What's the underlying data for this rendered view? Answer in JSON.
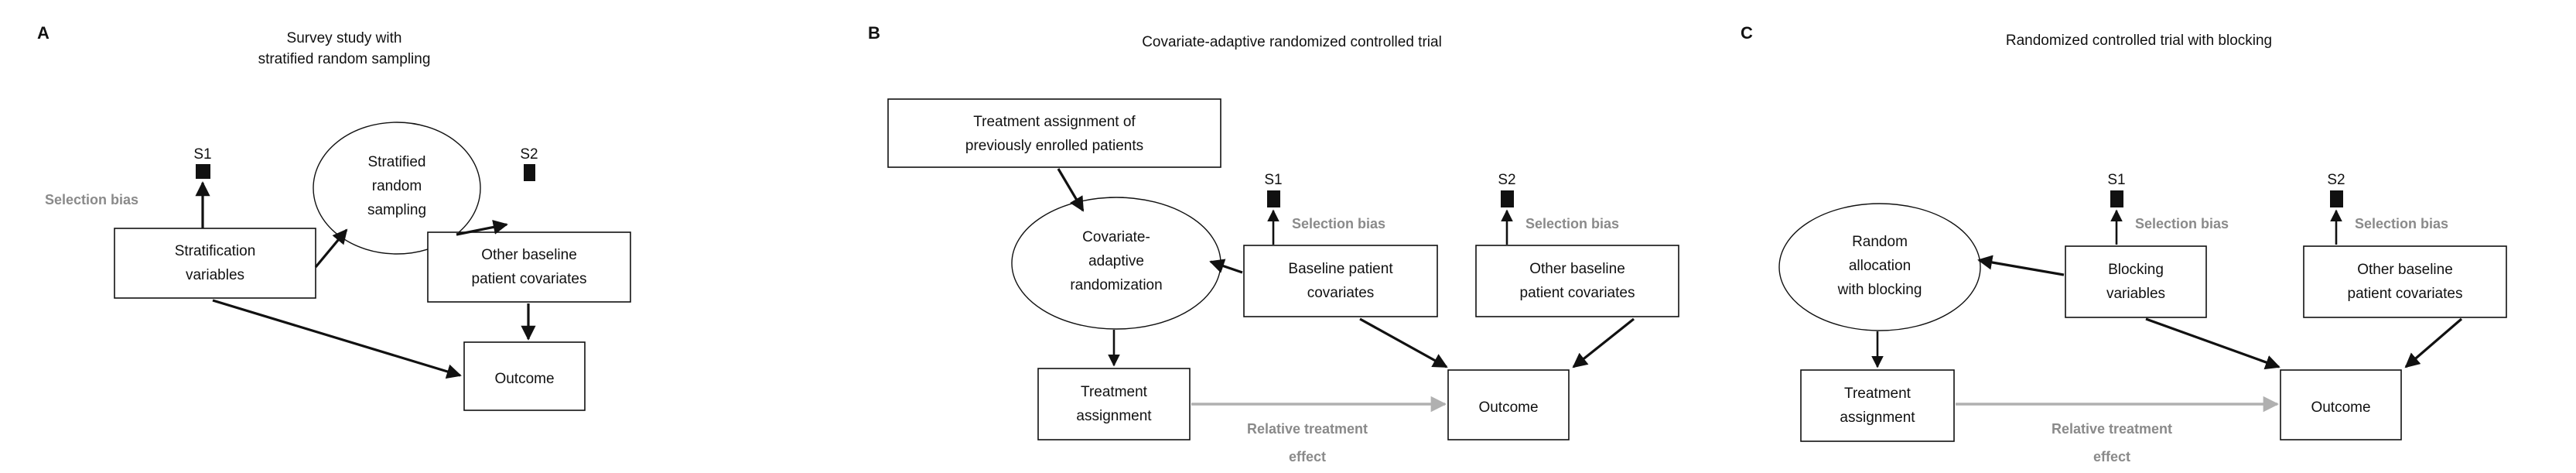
{
  "figure": {
    "background": "#ffffff",
    "edge_label_color": "#8a8a8a",
    "grey_arrow_color": "#b0b0b0",
    "node_stroke_color": "#111111"
  },
  "panels": [
    {
      "letter": "A",
      "title_line1": "Survey study with",
      "title_line2": "stratified random sampling",
      "nodes": {
        "ellipse": {
          "line1": "Stratified",
          "line2": "random",
          "line3": "sampling"
        },
        "box_left": {
          "line1": "Stratification",
          "line2": "variables"
        },
        "box_right": {
          "line1": "Other baseline",
          "line2": "patient covariates"
        },
        "outcome": {
          "line1": "Outcome"
        }
      },
      "selection_markers": [
        {
          "label": "S1"
        },
        {
          "label": "S2"
        }
      ],
      "edge_labels": {
        "selection_bias_1": "Selection bias"
      }
    },
    {
      "letter": "B",
      "title_line1": "Covariate-adaptive randomized controlled trial",
      "title_line2": "",
      "nodes": {
        "box_top": {
          "line1": "Treatment assignment of",
          "line2": "previously enrolled patients"
        },
        "ellipse": {
          "line1": "Covariate-",
          "line2": "adaptive",
          "line3": "randomization"
        },
        "box_treatment": {
          "line1": "Treatment",
          "line2": "assignment"
        },
        "box_baseline": {
          "line1": "Baseline patient",
          "line2": "covariates"
        },
        "box_other": {
          "line1": "Other baseline",
          "line2": "patient covariates"
        },
        "outcome": {
          "line1": "Outcome"
        }
      },
      "selection_markers": [
        {
          "label": "S1"
        },
        {
          "label": "S2"
        }
      ],
      "edge_labels": {
        "selection_bias_1": "Selection bias",
        "selection_bias_2": "Selection bias",
        "relative_effect_line1": "Relative treatment",
        "relative_effect_line2": "effect"
      }
    },
    {
      "letter": "C",
      "title_line1": "Randomized controlled trial with blocking",
      "title_line2": "",
      "nodes": {
        "ellipse": {
          "line1": "Random",
          "line2": "allocation",
          "line3": "with blocking"
        },
        "box_treatment": {
          "line1": "Treatment",
          "line2": "assignment"
        },
        "box_blocking": {
          "line1": "Blocking",
          "line2": "variables"
        },
        "box_other": {
          "line1": "Other baseline",
          "line2": "patient covariates"
        },
        "outcome": {
          "line1": "Outcome"
        }
      },
      "selection_markers": [
        {
          "label": "S1"
        },
        {
          "label": "S2"
        }
      ],
      "edge_labels": {
        "selection_bias_1": "Selection bias",
        "selection_bias_2": "Selection bias",
        "relative_effect_line1": "Relative treatment",
        "relative_effect_line2": "effect"
      }
    }
  ]
}
